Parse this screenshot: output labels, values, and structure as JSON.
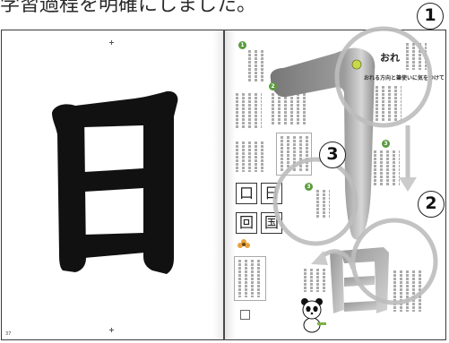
{
  "caption": "学習過程を明確にしました。",
  "annotations": {
    "label_1": "1",
    "label_2": "2",
    "label_3": "3"
  },
  "left_page": {
    "model_character": "日",
    "page_number": "37"
  },
  "right_page": {
    "heading": "おれ",
    "subheading": "おれる方向と筆使いに気をつけて",
    "step_markers": [
      "1",
      "2",
      "3"
    ],
    "practice_marker": "3",
    "practice_boxes": [
      "口",
      "日",
      "回",
      "国"
    ],
    "trace_character": "日"
  },
  "colors": {
    "annotation": "#bdbdbd",
    "ink": "#111111",
    "trace_gray": "#9a9a9a",
    "accent": "#5b9c3f",
    "frame": "#3a3a3a"
  }
}
